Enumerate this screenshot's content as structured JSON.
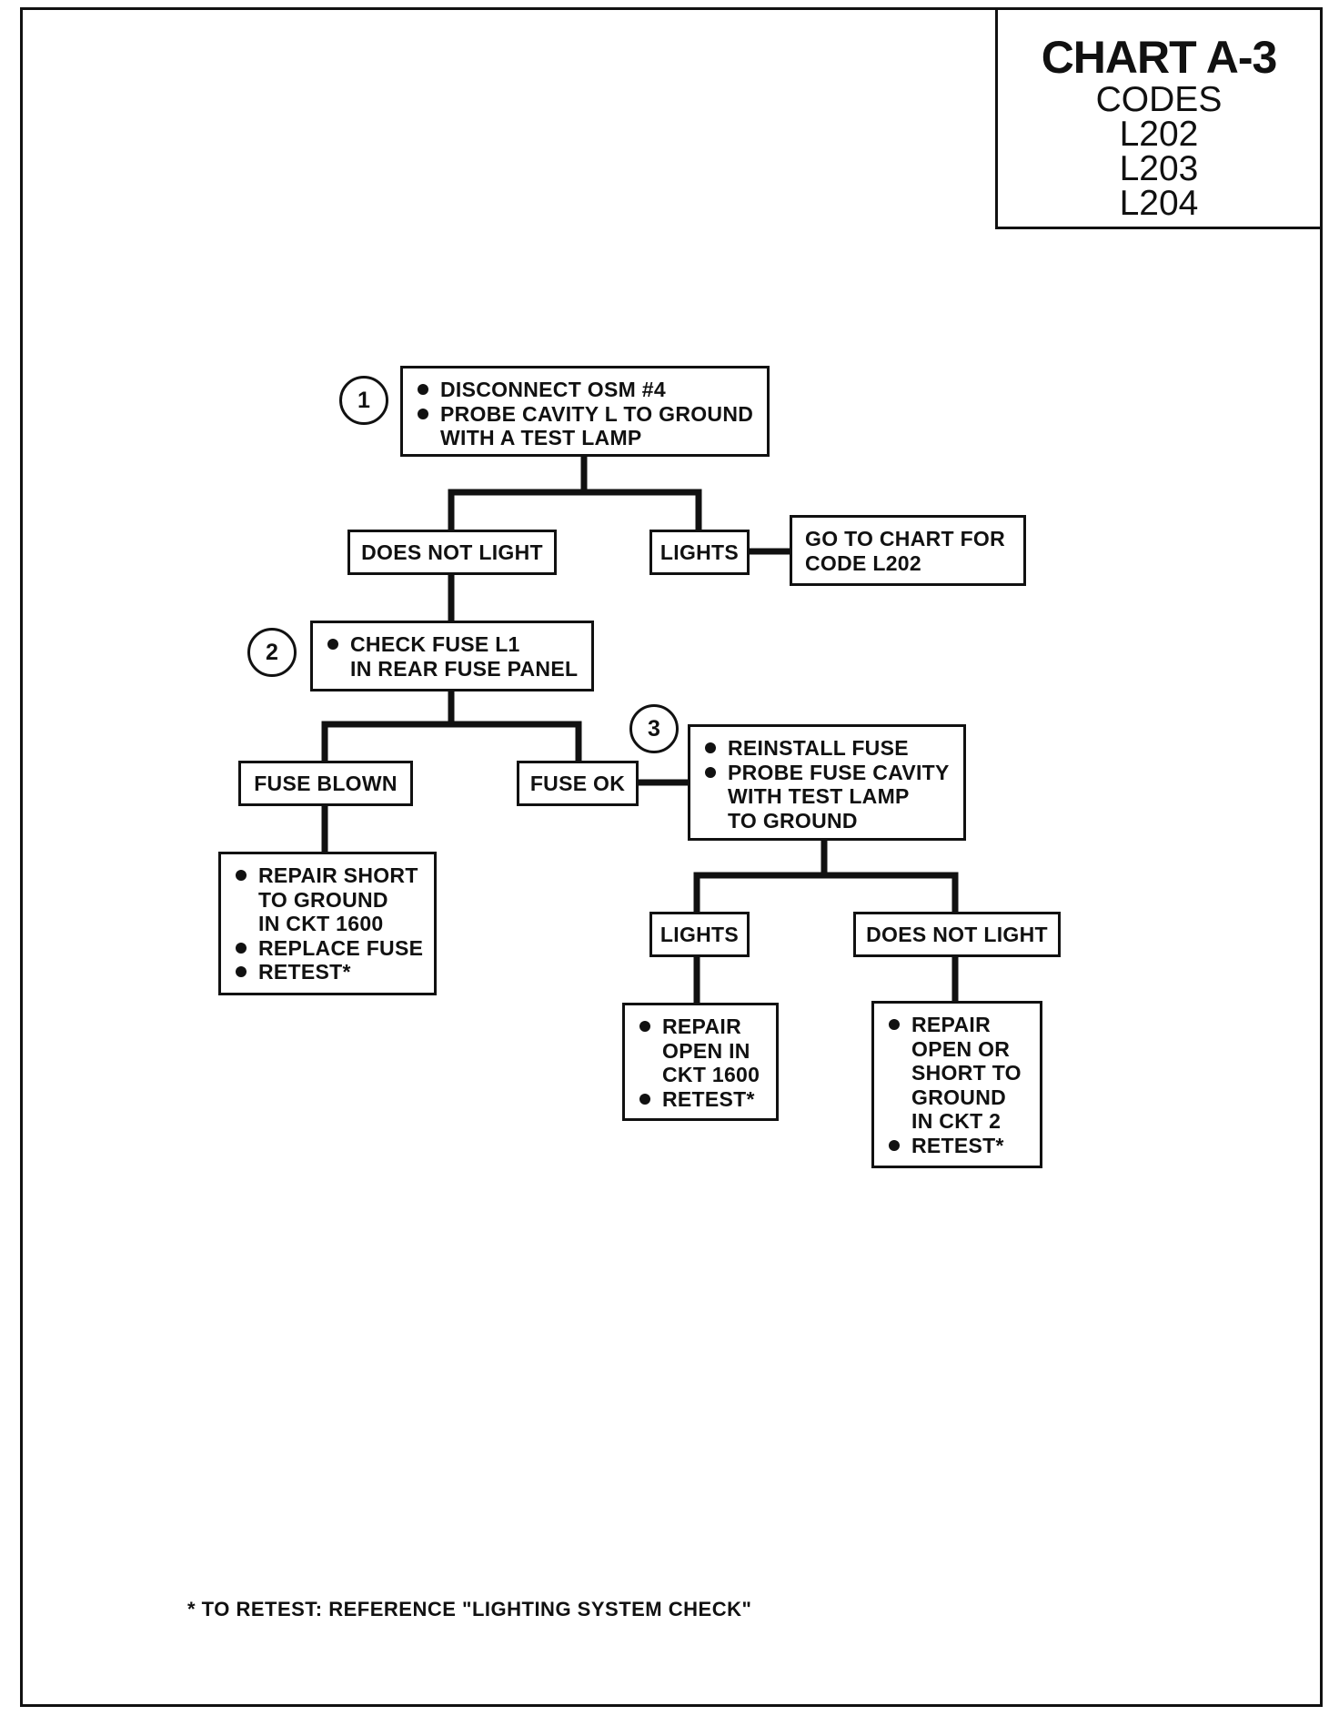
{
  "header": {
    "title": "CHART A-3",
    "codes_label": "CODES",
    "codes": [
      "L202",
      "L203",
      "L204"
    ]
  },
  "steps": {
    "s1": "1",
    "s2": "2",
    "s3": "3"
  },
  "boxes": {
    "step1": [
      "DISCONNECT OSM #4",
      "PROBE CAVITY L TO GROUND",
      "WITH A TEST LAMP"
    ],
    "does_not_light_1": "DOES NOT LIGHT",
    "lights_1": "LIGHTS",
    "goto_chart": [
      "GO TO CHART FOR",
      "CODE L202"
    ],
    "step2": [
      "CHECK FUSE L1",
      "IN REAR FUSE PANEL"
    ],
    "fuse_blown": "FUSE BLOWN",
    "fuse_ok": "FUSE OK",
    "step3": [
      "REINSTALL FUSE",
      "PROBE FUSE CAVITY",
      "WITH TEST LAMP",
      "TO GROUND"
    ],
    "repair_short": [
      "REPAIR SHORT",
      "TO GROUND",
      "IN CKT 1600",
      "REPLACE FUSE",
      "RETEST*"
    ],
    "lights_2": "LIGHTS",
    "does_not_light_2": "DOES NOT LIGHT",
    "repair_open": [
      "REPAIR",
      "OPEN IN",
      "CKT 1600",
      "RETEST*"
    ],
    "repair_open_short": [
      "REPAIR",
      "OPEN OR",
      "SHORT TO",
      "GROUND",
      "IN CKT 2",
      "RETEST*"
    ]
  },
  "footnote": "* TO RETEST: REFERENCE \"LIGHTING SYSTEM CHECK\""
}
